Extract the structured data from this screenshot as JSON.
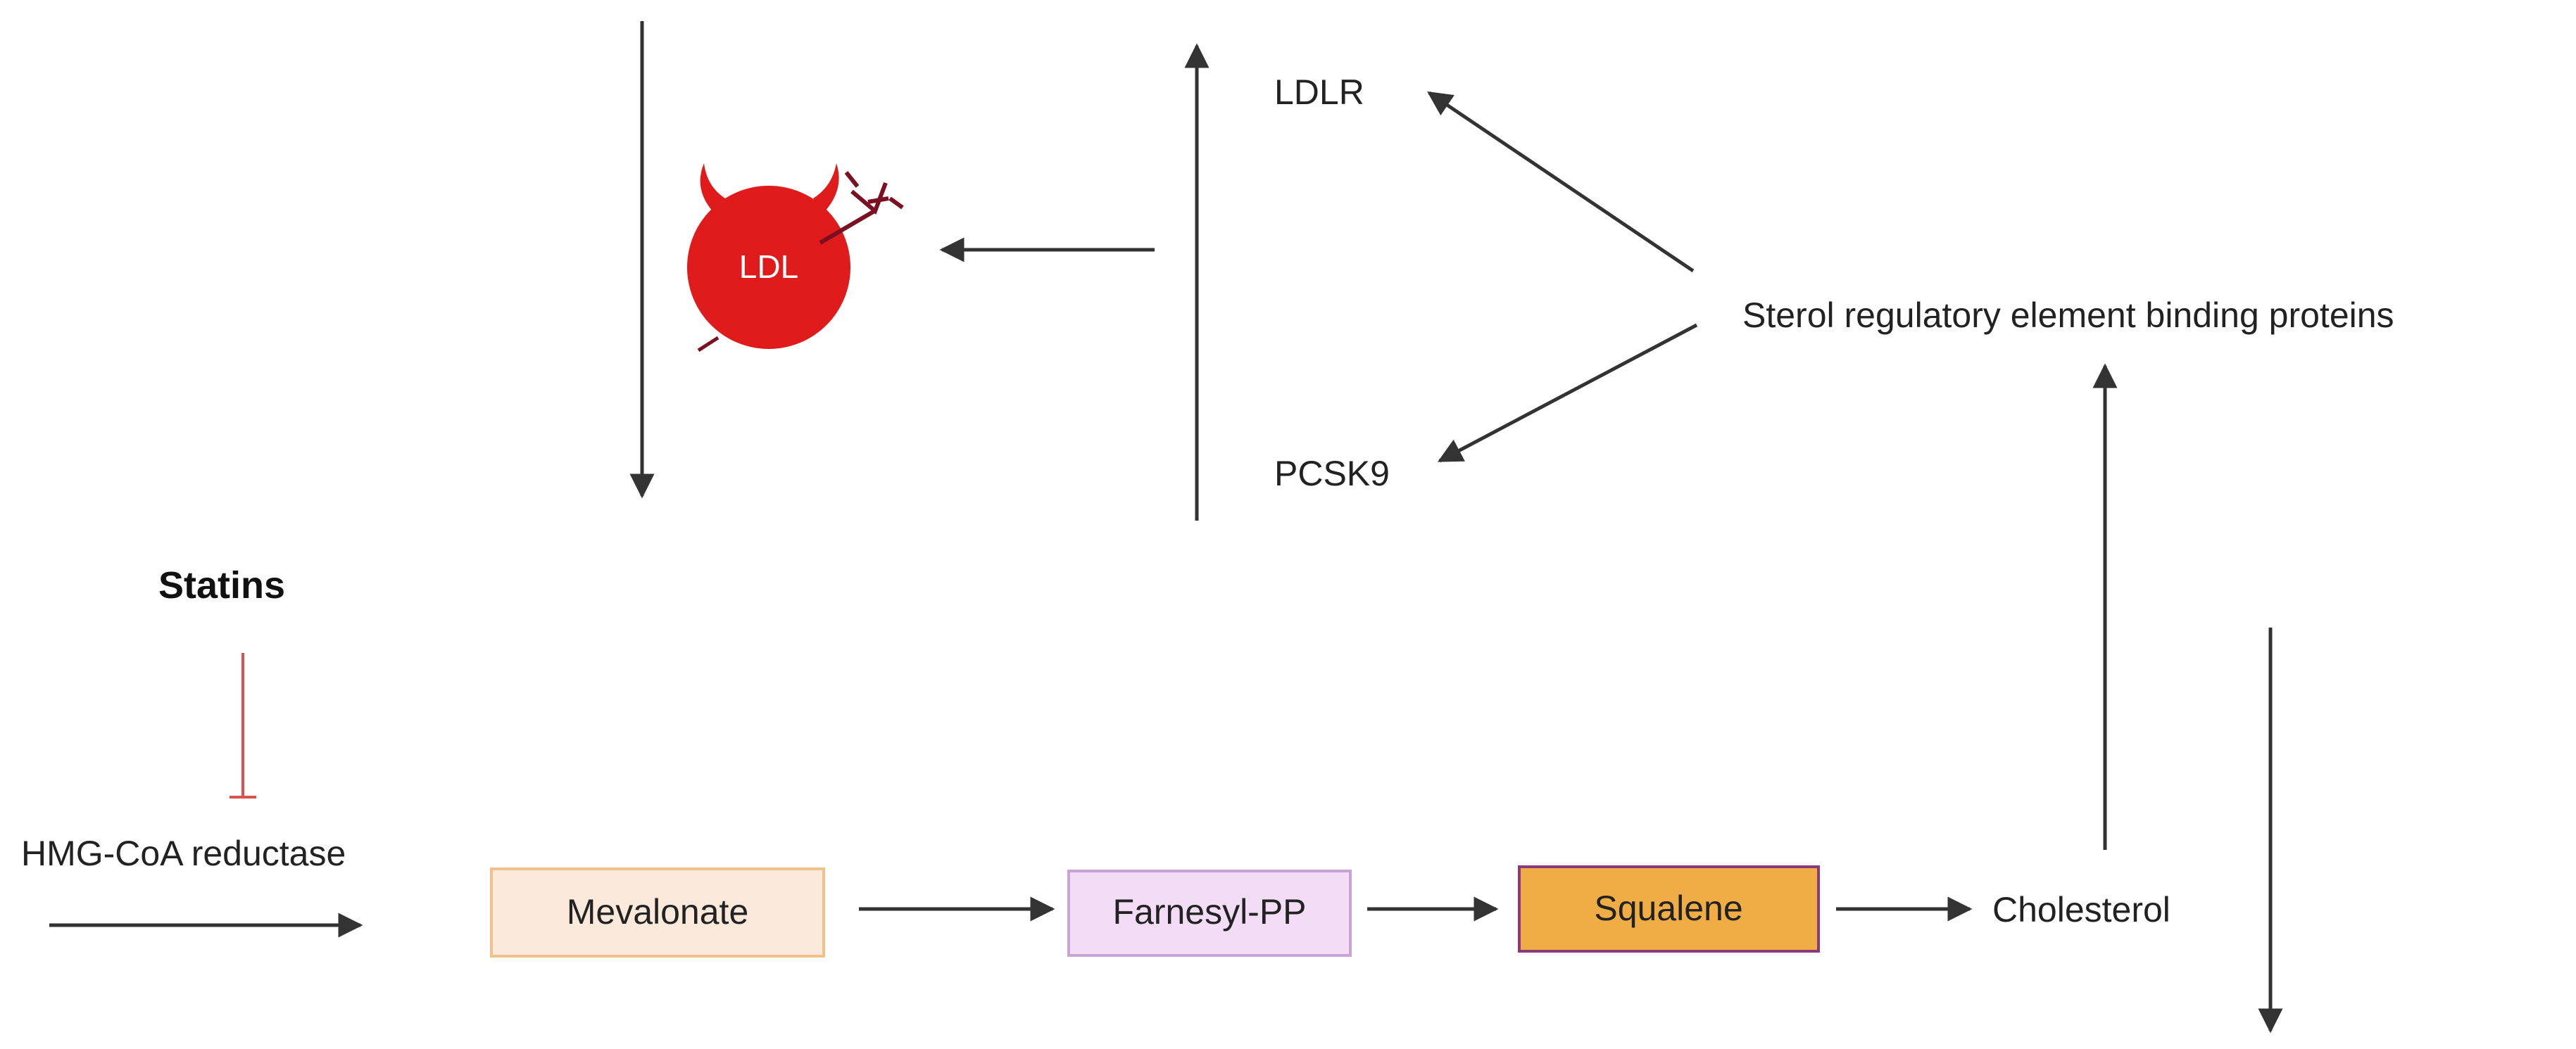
{
  "nodes": {
    "ldlr": "LDLR",
    "pcsk9": "PCSK9",
    "srebp": "Sterol regulatory element binding proteins",
    "ldl": "LDL",
    "statins": "Statins",
    "hmg": "HMG-CoA reductase",
    "mevalonate": "Mevalonate",
    "farnesyl": "Farnesyl-PP",
    "squalene": "Squalene",
    "cholesterol": "Cholesterol"
  },
  "colors": {
    "arrow": "#333333",
    "inhibition": "#d9534f",
    "ldl_fill": "#e01b1b",
    "ldl_accent": "#7a1020",
    "mevalonate_fill": "#fbeadb",
    "mevalonate_border": "#f0c28a",
    "farnesyl_fill": "#f3dcf6",
    "farnesyl_border": "#c9a3d3",
    "squalene_fill": "#f0ac45",
    "squalene_border": "#8a3a7a"
  }
}
